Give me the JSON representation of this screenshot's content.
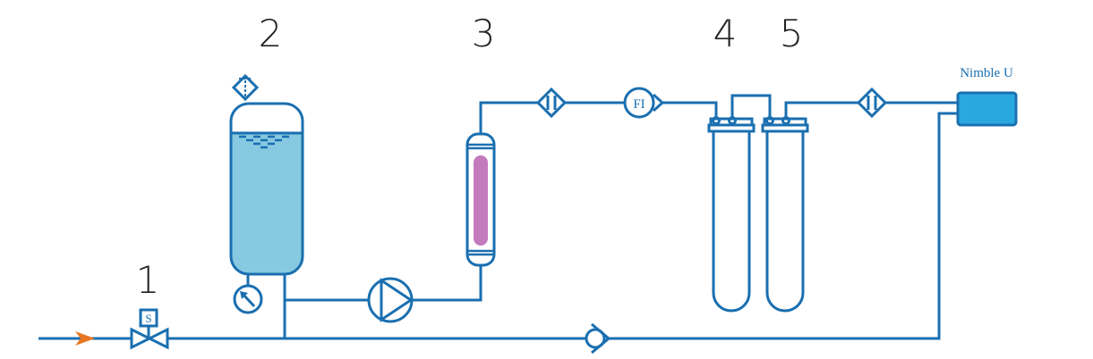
{
  "labels": {
    "valve": "1",
    "tank": "2",
    "column": "3",
    "filter_a": "4",
    "filter_b": "5",
    "device": "Nimble U",
    "solenoid": "S",
    "flow_indicator": "FI"
  },
  "colors": {
    "line": "#1a6fb0",
    "liquid": "#86c9e0",
    "resin": "#c47bbd",
    "inlet_arrow": "#e87722",
    "device": "#29a8e0"
  }
}
